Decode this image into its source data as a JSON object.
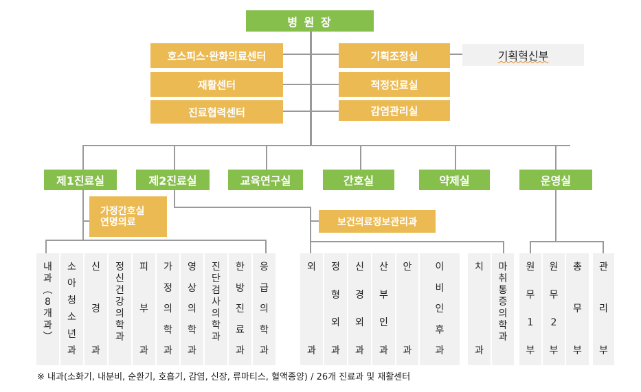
{
  "colors": {
    "green": "#86bf4c",
    "gold": "#ebba53",
    "grey_box": "#f1f1f1",
    "connector": "#999999"
  },
  "top": {
    "director": "병 원 장"
  },
  "staff_left": [
    "호스피스·완화의료센터",
    "재활센터",
    "진료협력센터"
  ],
  "staff_right": [
    "기획조정실",
    "적정진료실",
    "감염관리실"
  ],
  "planning_sub": "기획혁신부",
  "divisions": [
    "제1진료실",
    "제2진료실",
    "교육연구실",
    "간호실",
    "약제실",
    "운영실"
  ],
  "div1_sub": {
    "line1": "가정간호실",
    "line2": "연명의료"
  },
  "div2_sub": "보건의료정보관리과",
  "div1_depts": [
    [
      "내",
      "과",
      "︵",
      "8",
      "개",
      "과",
      "︶"
    ],
    [
      "소",
      "아",
      "청",
      "소",
      "년",
      "과"
    ],
    [
      "신",
      "경",
      "과"
    ],
    [
      "정",
      "신",
      "건",
      "강",
      "의",
      "학",
      "과"
    ],
    [
      "피",
      "부",
      "과"
    ],
    [
      "가",
      "정",
      "의",
      "학",
      "과"
    ],
    [
      "영",
      "상",
      "의",
      "학",
      "과"
    ],
    [
      "진",
      "단",
      "검",
      "사",
      "의",
      "학",
      "과"
    ],
    [
      "한",
      "방",
      "진",
      "료",
      "과"
    ],
    [
      "응",
      "급",
      "의",
      "학",
      "과"
    ]
  ],
  "div2_depts": [
    [
      "외",
      "과"
    ],
    [
      "정",
      "형",
      "외",
      "과"
    ],
    [
      "신",
      "경",
      "외",
      "과"
    ],
    [
      "산",
      "부",
      "인",
      "과"
    ],
    [
      "안",
      "과"
    ],
    [
      "이",
      "비",
      "인",
      "후",
      "과"
    ],
    [
      "치",
      "과"
    ],
    [
      "마",
      "취",
      "통",
      "증",
      "의",
      "학",
      "과"
    ]
  ],
  "ops_depts": [
    [
      "원",
      "무",
      "1",
      "부"
    ],
    [
      "원",
      "무",
      "2",
      "부"
    ],
    [
      "총",
      "무",
      "부"
    ],
    [
      "관",
      "리",
      "부"
    ]
  ],
  "footnote": "※ 내과(소화기, 내분비, 순환기, 호흡기, 감염, 신장, 류마티스, 혈액종양) / 26개 진료과 및 재활센터"
}
